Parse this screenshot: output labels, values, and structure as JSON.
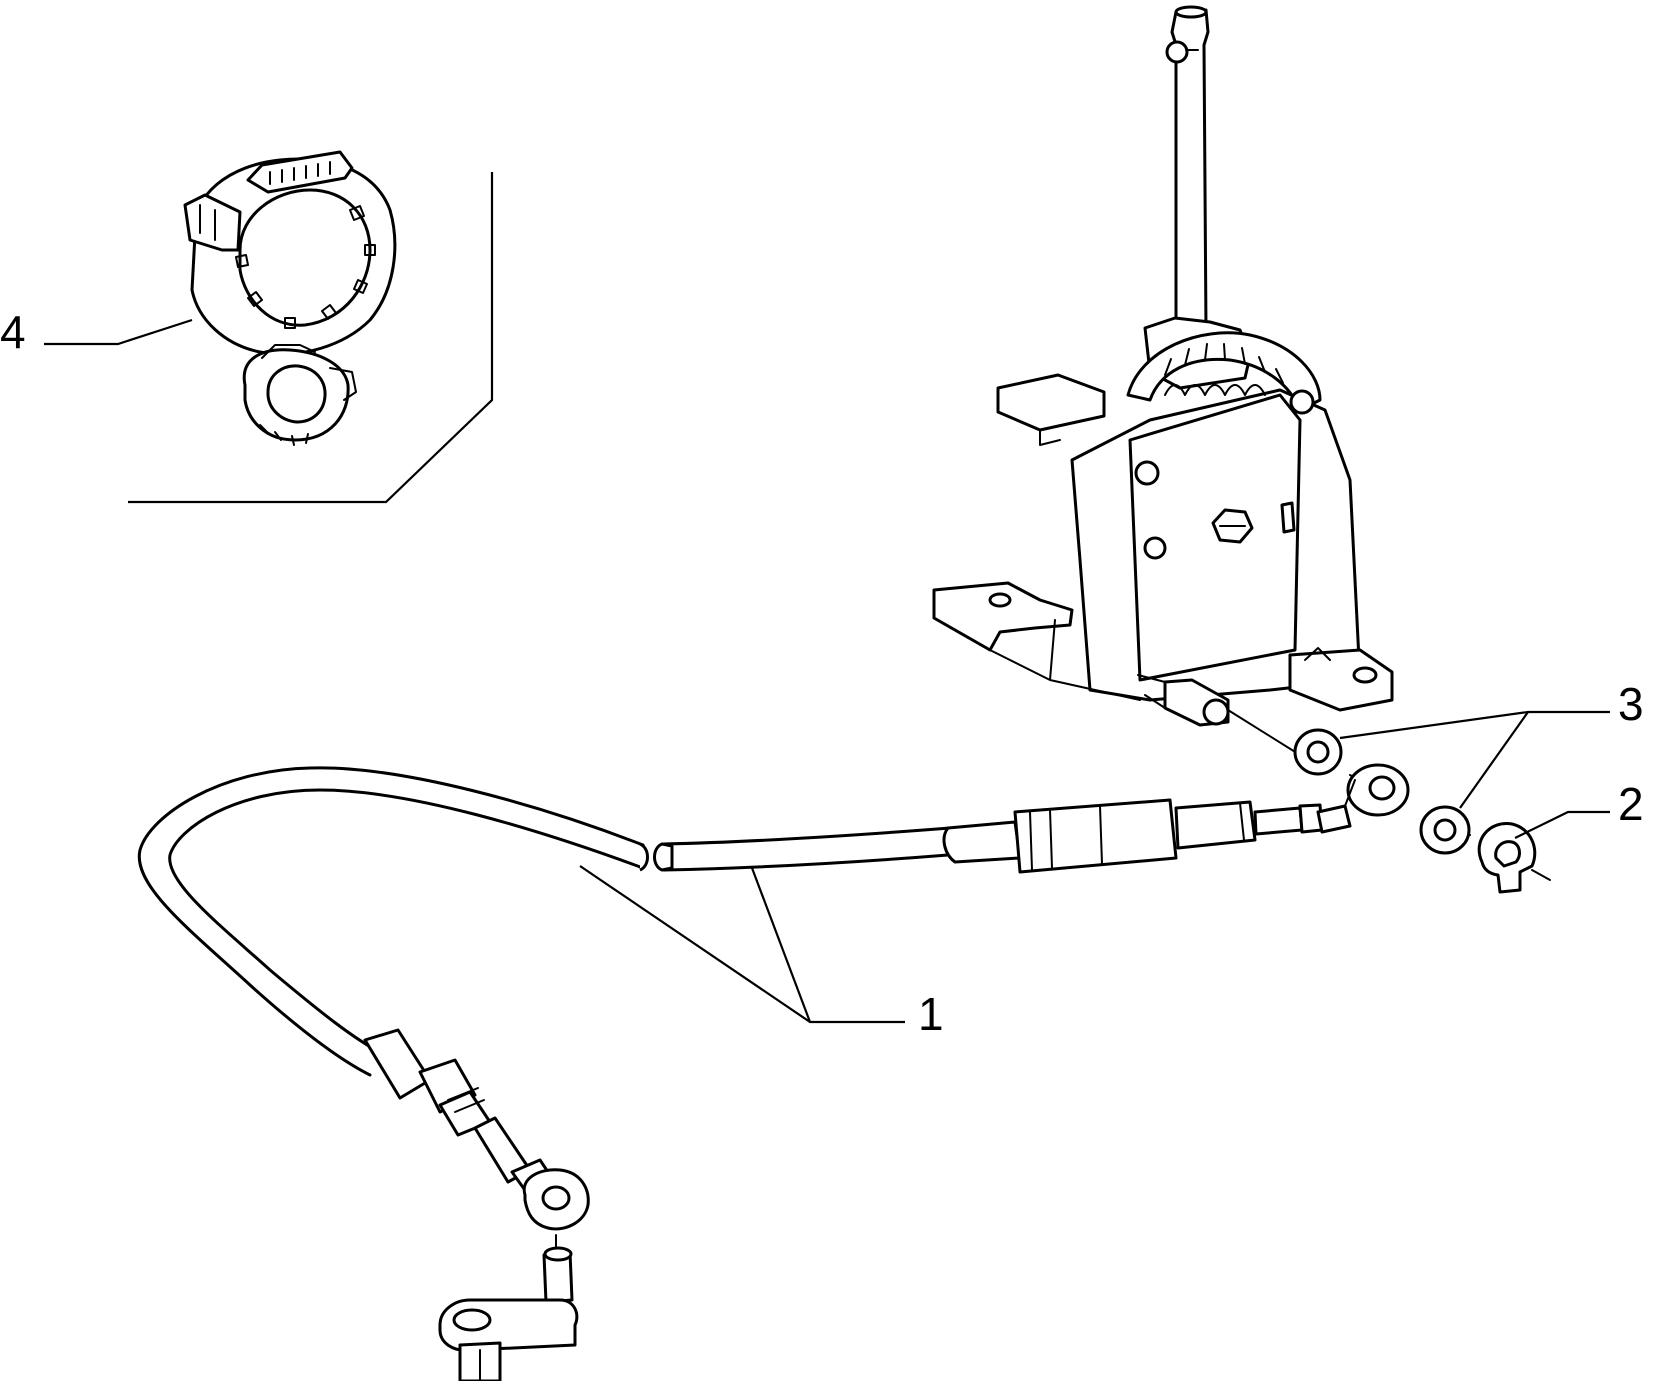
{
  "callouts": [
    {
      "id": "1",
      "label": "1"
    },
    {
      "id": "2",
      "label": "2"
    },
    {
      "id": "3",
      "label": "3"
    },
    {
      "id": "4",
      "label": "4"
    }
  ],
  "parts": {
    "cable": "gear-selector-cable",
    "clip": "retaining-clip",
    "washer": "washer",
    "bracket": "cable-support-bracket",
    "gear_lever_assembly": "gear-lever-mechanism",
    "lever_arm": "gearbox-selector-lever"
  }
}
